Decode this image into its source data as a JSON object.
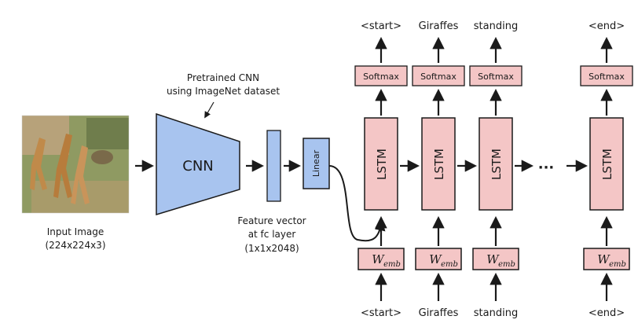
{
  "input": {
    "caption_line1": "Input Image",
    "caption_line2": "(224x224x3)",
    "photo_colors": {
      "grass": "#8a9a5b",
      "giraffe": "#c08a4a",
      "shadow": "#6b5a3a"
    }
  },
  "cnn": {
    "label": "CNN",
    "note_line1": "Pretrained CNN",
    "note_line2": "using ImageNet dataset",
    "color": "#a8c4ef"
  },
  "feature": {
    "caption_line1": "Feature vector",
    "caption_line2": "at fc layer",
    "caption_line3": "(1x1x2048)"
  },
  "linear": {
    "label": "Linear"
  },
  "colors": {
    "blue_fill": "#a8c4ef",
    "pink_fill": "#f4c6c6",
    "stroke": "#1a1a1a"
  },
  "lstm_label": "LSTM",
  "softmax_label": "Softmax",
  "embedding": {
    "symbol": "W",
    "subscript": "emb"
  },
  "ellipsis": "···",
  "columns": [
    {
      "output": "<start>",
      "input": "<start>"
    },
    {
      "output": "Giraffes",
      "input": "Giraffes"
    },
    {
      "output": "standing",
      "input": "standing"
    },
    {
      "output": "<end>",
      "input": "<end>"
    }
  ]
}
